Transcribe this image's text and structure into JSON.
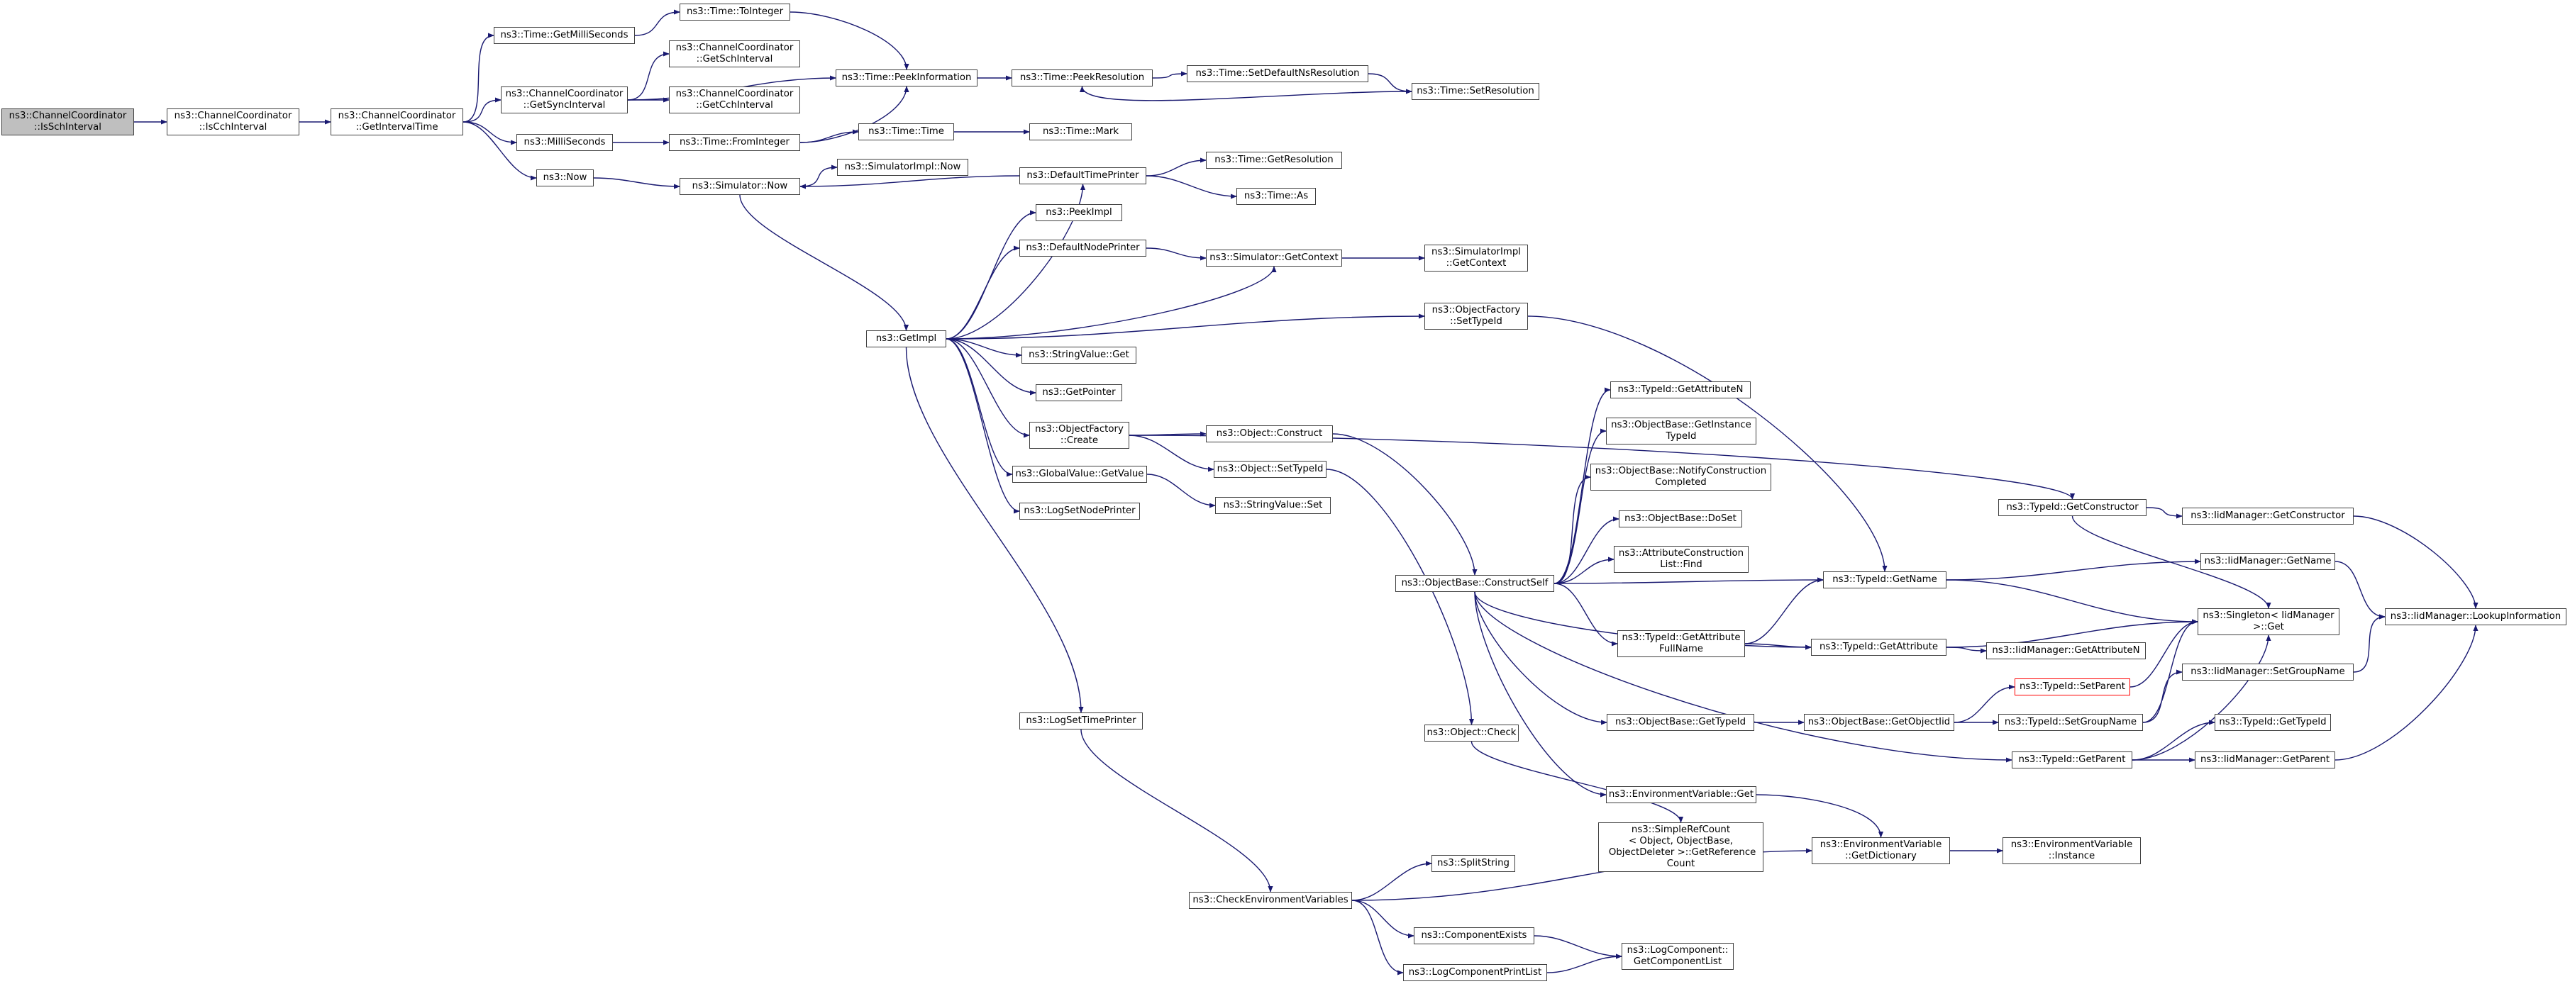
{
  "colors": {
    "edge": "#191970",
    "node_border": "#404040",
    "root_fill": "#bfbfbf",
    "truncated_border": "#ff0000"
  },
  "nodes": {
    "n0": "ns3::ChannelCoordinator\n::IsSchInterval",
    "n1": "ns3::ChannelCoordinator\n::IsCchInterval",
    "n2": "ns3::ChannelCoordinator\n::GetIntervalTime",
    "n3": "ns3::Time::GetMilliSeconds",
    "n4": "ns3::ChannelCoordinator\n::GetSyncInterval",
    "n5": "ns3::MilliSeconds",
    "n6": "ns3::Now",
    "n7": "ns3::Time::ToInteger",
    "n8": "ns3::ChannelCoordinator\n::GetSchInterval",
    "n9": "ns3::ChannelCoordinator\n::GetCchInterval",
    "n10": "ns3::Time::FromInteger",
    "n11": "ns3::Simulator::Now",
    "n12": "ns3::Time::PeekInformation",
    "n13": "ns3::Time::PeekResolution",
    "n14": "ns3::Time::SetDefaultNsResolution",
    "n15": "ns3::Time::SetResolution",
    "n16": "ns3::Time::Time",
    "n17": "ns3::Time::Mark",
    "n18": "ns3::SimulatorImpl::Now",
    "n19": "ns3::DefaultTimePrinter",
    "n20": "ns3::Time::GetResolution",
    "n21": "ns3::Time::As",
    "n22": "ns3::PeekImpl",
    "n23": "ns3::DefaultNodePrinter",
    "n24": "ns3::Simulator::GetContext",
    "n25": "ns3::SimulatorImpl\n::GetContext",
    "n26": "ns3::GetImpl",
    "n27": "ns3::ObjectFactory\n::SetTypeId",
    "n28": "ns3::StringValue::Get",
    "n29": "ns3::GetPointer",
    "n30": "ns3::ObjectFactory\n::Create",
    "n31": "ns3::GlobalValue::GetValue",
    "n32": "ns3::LogSetNodePrinter",
    "n33": "ns3::Object::Construct",
    "n34": "ns3::Object::SetTypeId",
    "n35": "ns3::StringValue::Set",
    "n36": "ns3::TypeId::GetAttributeN",
    "n37": "ns3::ObjectBase::GetInstance\nTypeId",
    "n38": "ns3::ObjectBase::NotifyConstruction\nCompleted",
    "n39": "ns3::ObjectBase::DoSet",
    "n40": "ns3::AttributeConstruction\nList::Find",
    "n41": "ns3::ObjectBase::ConstructSelf",
    "n42": "ns3::TypeId::GetName",
    "n43": "ns3::TypeId::GetAttribute\nFullName",
    "n44": "ns3::TypeId::GetAttribute",
    "n45": "ns3::TypeId::GetConstructor",
    "n46": "ns3::IidManager::GetConstructor",
    "n47": "ns3::IidManager::GetName",
    "n48": "ns3::Singleton< IidManager\n>::Get",
    "n49": "ns3::IidManager::LookupInformation",
    "n50": "ns3::IidManager::GetAttributeN",
    "n51": "ns3::TypeId::SetParent",
    "n52": "ns3::IidManager::SetGroupName",
    "n53": "ns3::ObjectBase::GetTypeId",
    "n54": "ns3::ObjectBase::GetObjectIid",
    "n55": "ns3::TypeId::SetGroupName",
    "n56": "ns3::TypeId::GetTypeId",
    "n57": "ns3::TypeId::GetParent",
    "n58": "ns3::IidManager::GetParent",
    "n59": "ns3::LogSetTimePrinter",
    "n60": "ns3::Object::Check",
    "n61": "ns3::EnvironmentVariable::Get",
    "n62": "ns3::SimpleRefCount\n< Object, ObjectBase,\n ObjectDeleter >::GetReference\nCount",
    "n63": "ns3::EnvironmentVariable\n::GetDictionary",
    "n64": "ns3::EnvironmentVariable\n::Instance",
    "n65": "ns3::SplitString",
    "n66": "ns3::CheckEnvironmentVariables",
    "n67": "ns3::ComponentExists",
    "n68": "ns3::LogComponentPrintList",
    "n69": "ns3::LogComponent::\nGetComponentList"
  }
}
